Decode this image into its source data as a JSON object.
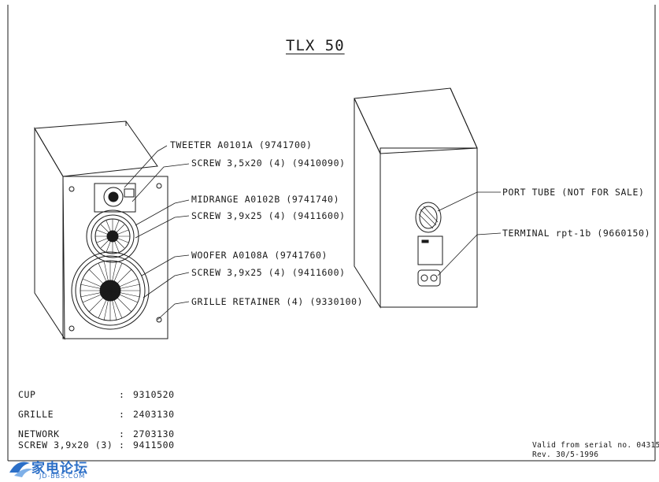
{
  "title": "TLX 50",
  "front_callouts": [
    {
      "label": "TWEETER A0101A (9741700)"
    },
    {
      "label": "SCREW 3,5x20 (4) (9410090)"
    },
    {
      "label": "MIDRANGE A0102B (9741740)"
    },
    {
      "label": "SCREW 3,9x25 (4) (9411600)"
    },
    {
      "label": "WOOFER A0108A (9741760)"
    },
    {
      "label": "SCREW 3,9x25 (4) (9411600)"
    },
    {
      "label": "GRILLE RETAINER (4) (9330100)"
    }
  ],
  "rear_callouts": [
    {
      "label": "PORT TUBE (NOT FOR SALE)"
    },
    {
      "label": "TERMINAL rpt-1b (9660150)"
    }
  ],
  "parts_list": [
    {
      "name": "CUP",
      "sep": ":",
      "value": "9310520"
    },
    {
      "name": "GRILLE",
      "sep": ":",
      "value": "2403130"
    },
    {
      "name": "NETWORK",
      "sep": ":",
      "value": "2703130"
    },
    {
      "name": "SCREW 3,9x20 (3)",
      "sep": ":",
      "value": "9411500"
    }
  ],
  "validity": {
    "line1": "Valid from serial no. 04315",
    "line2": "Rev. 30/5-1996"
  },
  "watermark": {
    "text": "家电论坛",
    "sub": "JD-BBS.COM",
    "color": "#2c6fc7"
  }
}
